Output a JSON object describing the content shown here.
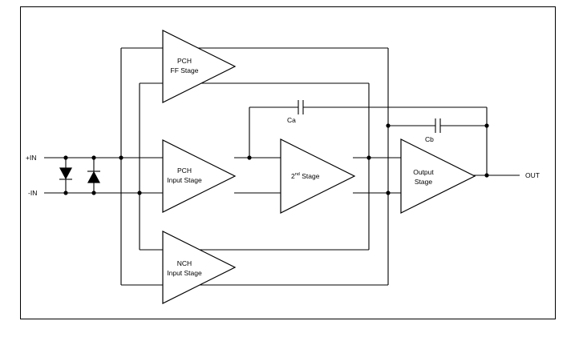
{
  "stages": {
    "pch_ff": [
      "PCH",
      "FF Stage"
    ],
    "pch_input": [
      "PCH",
      "Input Stage"
    ],
    "nch_input": [
      "NCH",
      "Input Stage"
    ],
    "second_prefix": "2",
    "second_sup": "nd",
    "second_suffix": " Stage",
    "output": [
      "Output",
      "Stage"
    ]
  },
  "pins": {
    "in_plus": "+IN",
    "in_minus": "-IN",
    "out": "OUT"
  },
  "capacitors": {
    "ca": "Ca",
    "cb": "Cb"
  }
}
